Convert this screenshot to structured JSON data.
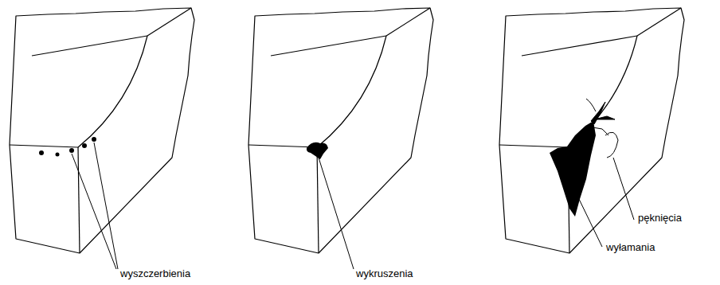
{
  "diagram": {
    "labels": [
      "wyszczerbienia",
      "wykruszenia",
      "wyłamania",
      "pęknięcia"
    ]
  }
}
